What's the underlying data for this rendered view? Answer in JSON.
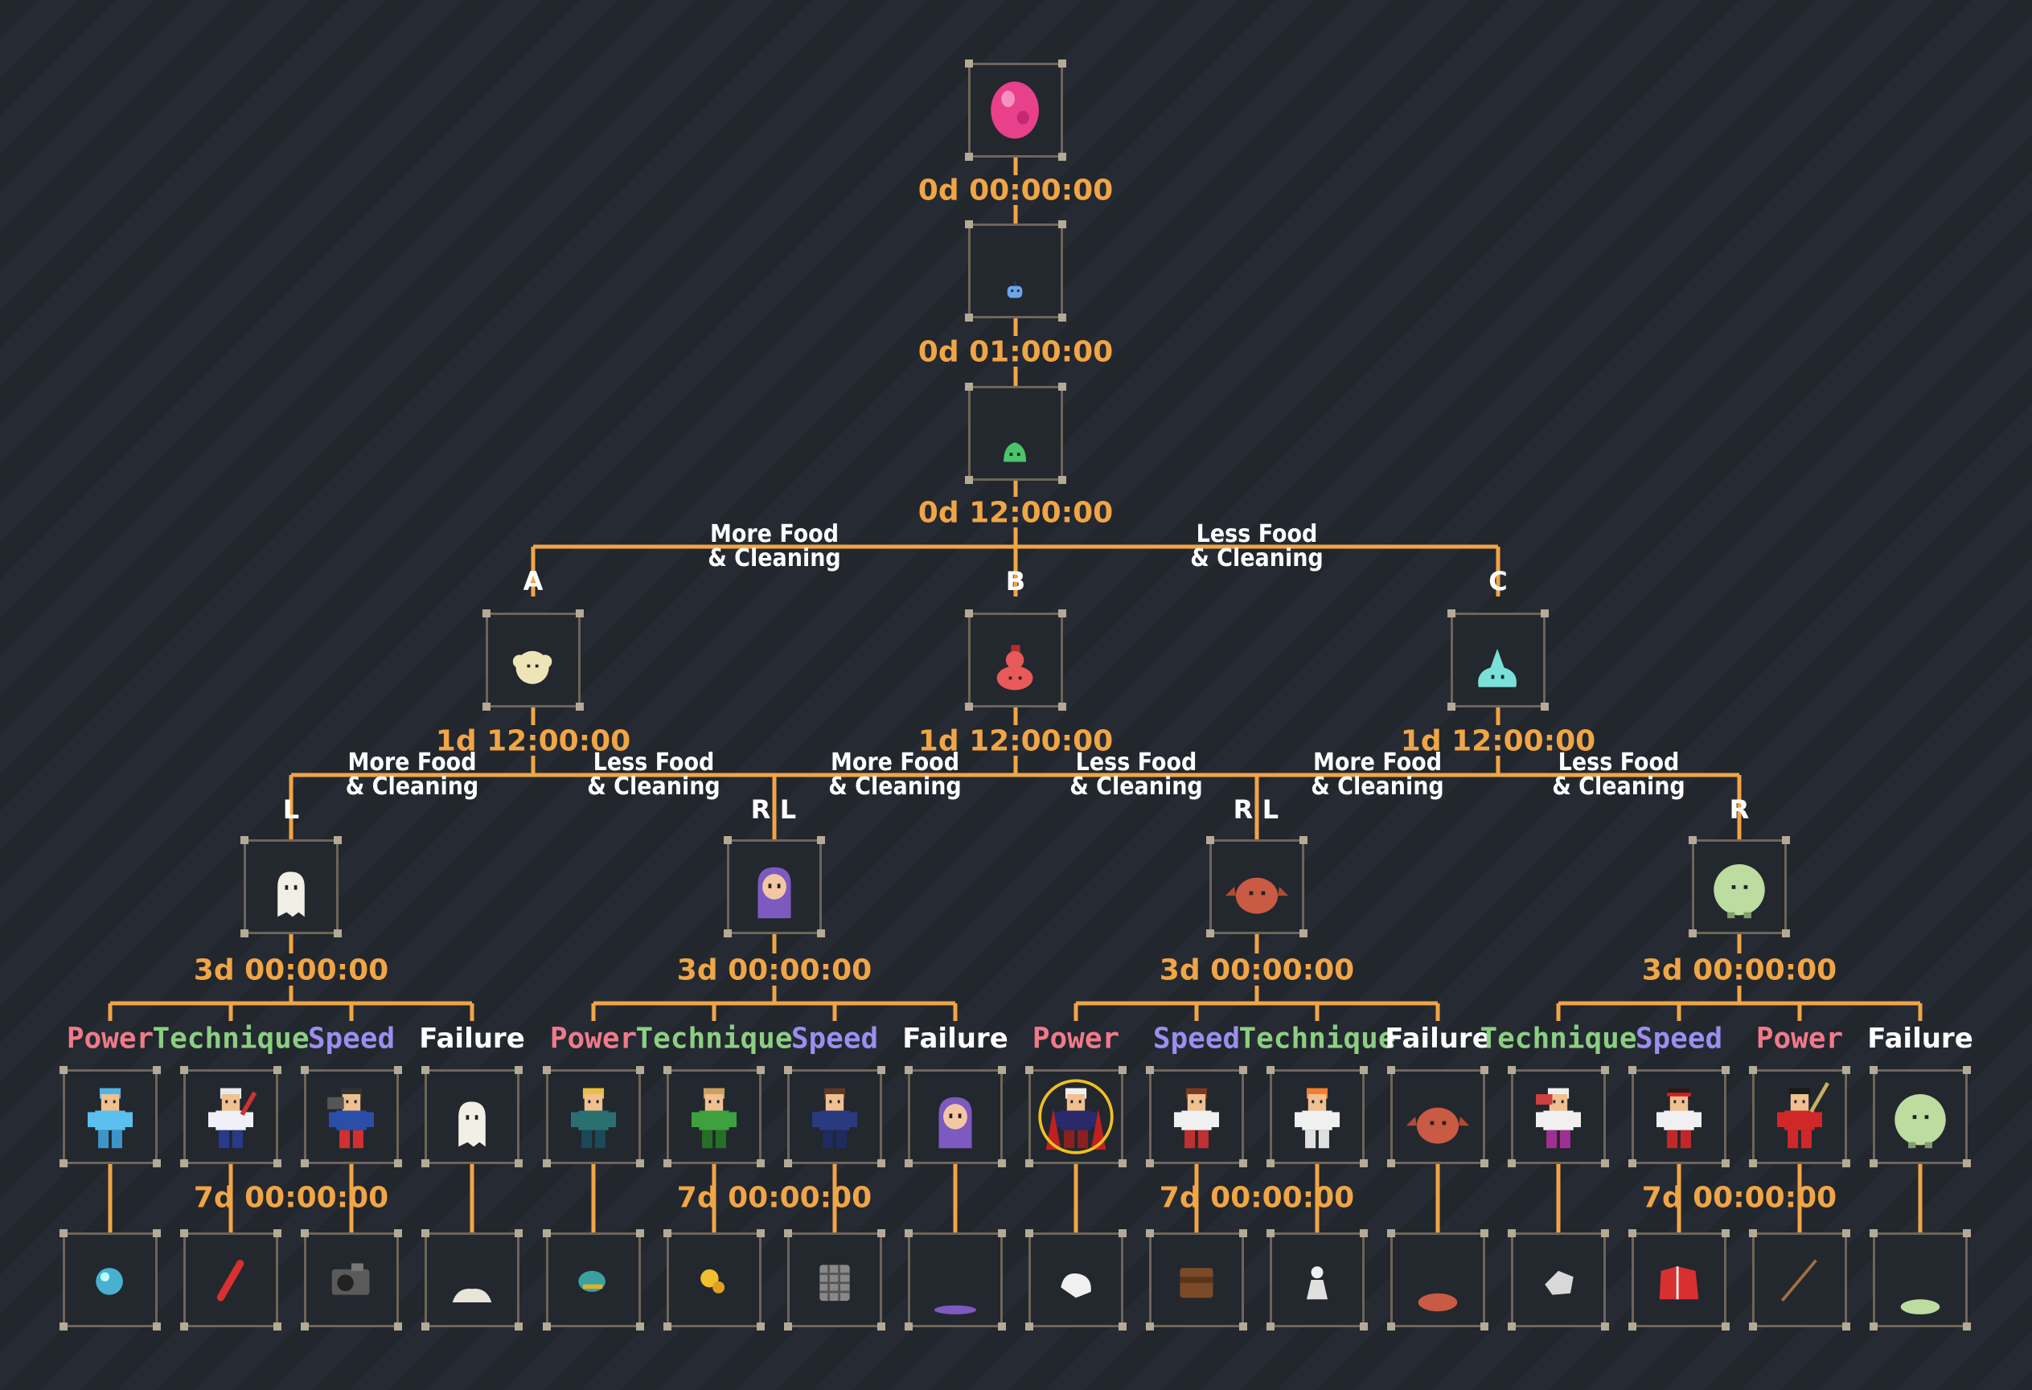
{
  "palette": {
    "line": "#f0a546",
    "time": "#f0a546",
    "power": "#f07a8a",
    "technique": "#8cce82",
    "speed": "#9b8ef0",
    "failure": "#ffffff"
  },
  "labels": {
    "more": [
      "More Food",
      "& Cleaning"
    ],
    "less": [
      "Less Food",
      "& Cleaning"
    ]
  },
  "stages": {
    "egg": {
      "time": "0d 00:00:00",
      "icon": "pink-egg-icon"
    },
    "baby1": {
      "time": "0d 01:00:00",
      "icon": "blue-blob-icon"
    },
    "baby2": {
      "time": "0d 12:00:00",
      "icon": "green-blob-icon"
    },
    "child": [
      {
        "path": "A",
        "time": "1d 12:00:00",
        "icon": "cream-puff-icon"
      },
      {
        "path": "B",
        "time": "1d 12:00:00",
        "icon": "red-gourd-icon"
      },
      {
        "path": "C",
        "time": "1d 12:00:00",
        "icon": "teal-slime-icon"
      }
    ],
    "teen": [
      {
        "path": "L",
        "time": "3d 00:00:00",
        "icon": "white-ghost-icon"
      },
      {
        "path": "R",
        "time": "3d 00:00:00",
        "icon": "purple-hood-icon"
      },
      {
        "path": "L",
        "time": "3d 00:00:00",
        "icon": "purple-hood-icon"
      },
      {
        "path": "R",
        "time": "3d 00:00:00",
        "icon": "red-crab-icon"
      },
      {
        "path": "L",
        "time": "3d 00:00:00",
        "icon": "red-crab-icon"
      },
      {
        "path": "R",
        "time": "3d 00:00:00",
        "icon": "green-ball-icon"
      }
    ],
    "adult_time": "7d 00:00:00",
    "adults": [
      {
        "stat": "Power",
        "type": "power",
        "icon": "blue-golem-icon",
        "item": "blue-orb-icon"
      },
      {
        "stat": "Technique",
        "type": "technique",
        "icon": "baseball-player-icon",
        "item": "baseball-bat-icon"
      },
      {
        "stat": "Speed",
        "type": "speed",
        "icon": "camera-kid-icon",
        "item": "camera-icon"
      },
      {
        "stat": "Failure",
        "type": "failure",
        "icon": "white-ghost-icon",
        "item": "ghost-remains-icon"
      },
      {
        "stat": "Power",
        "type": "power",
        "icon": "blonde-fighter-icon",
        "item": "teal-cap-icon"
      },
      {
        "stat": "Technique",
        "type": "technique",
        "icon": "green-soldier-icon",
        "item": "pacifier-icon"
      },
      {
        "stat": "Speed",
        "type": "speed",
        "icon": "blue-suit-icon",
        "item": "backpack-grid-icon"
      },
      {
        "stat": "Failure",
        "type": "failure",
        "icon": "purple-hood-icon",
        "item": "purple-puddle-icon"
      },
      {
        "stat": "Power",
        "type": "power",
        "icon": "caped-lord-icon",
        "item": "white-glove-icon"
      },
      {
        "stat": "Speed",
        "type": "speed",
        "icon": "brown-hair-girl-icon",
        "item": "brown-bag-icon"
      },
      {
        "stat": "Technique",
        "type": "technique",
        "icon": "orange-hair-fighter-icon",
        "item": "chess-pawn-icon"
      },
      {
        "stat": "Failure",
        "type": "failure",
        "icon": "red-crab-icon",
        "item": "crab-remains-icon"
      },
      {
        "stat": "Technique",
        "type": "technique",
        "icon": "white-dancer-icon",
        "item": "white-stone-icon"
      },
      {
        "stat": "Speed",
        "type": "speed",
        "icon": "red-headband-icon",
        "item": "red-jacket-icon"
      },
      {
        "stat": "Power",
        "type": "power",
        "icon": "sword-hero-icon",
        "item": "spear-icon"
      },
      {
        "stat": "Failure",
        "type": "failure",
        "icon": "green-ball-icon",
        "item": "green-remains-icon"
      }
    ]
  }
}
